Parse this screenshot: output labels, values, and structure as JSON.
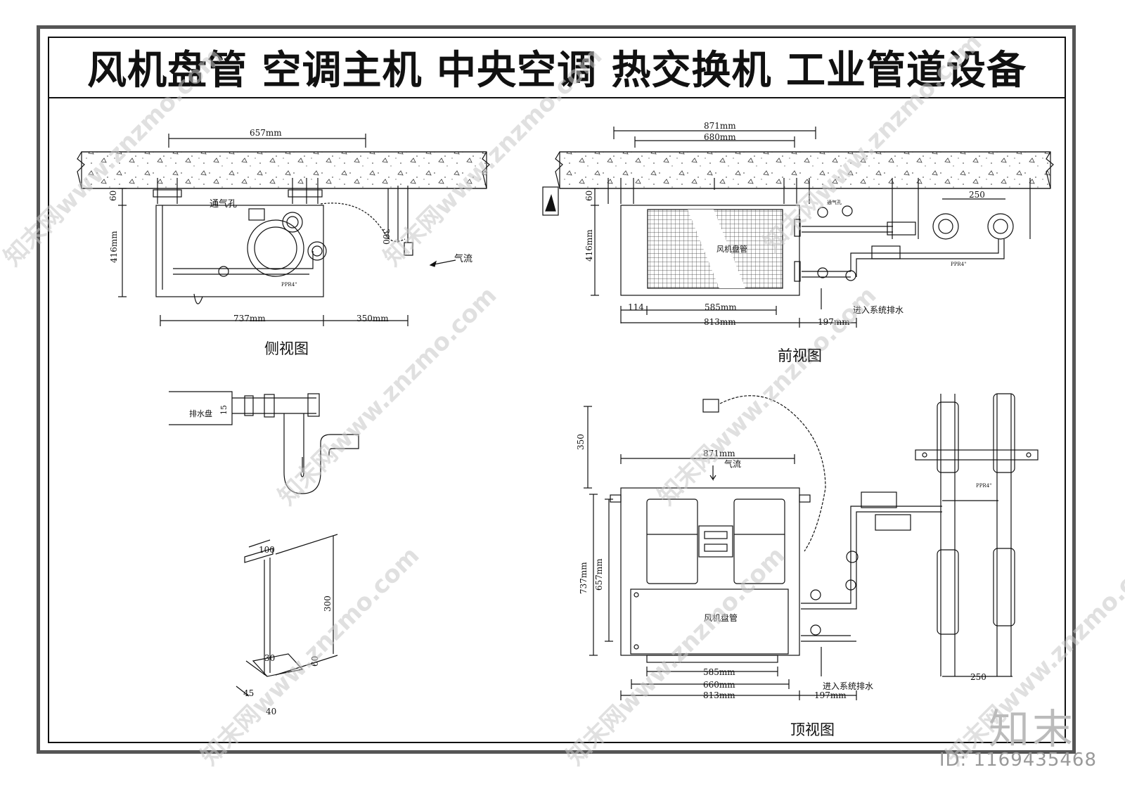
{
  "title": "风机盘管  空调主机  中央空调  热交换机  工业管道设备",
  "captions": {
    "side": "侧视图",
    "front": "前视图",
    "top": "顶视图"
  },
  "side_view": {
    "dim_top": "657mm",
    "dim_60": "60",
    "dim_416": "416mm",
    "dim_300": "300",
    "dim_bottom_left": "737mm",
    "dim_bottom_right": "350mm",
    "vent_label": "通气孔",
    "airflow_label": "气流",
    "pipe_label": "PPR4\""
  },
  "front_view": {
    "dim_871": "871mm",
    "dim_680": "680mm",
    "dim_60": "60",
    "dim_416": "416mm",
    "dim_250": "250",
    "dim_114": "114",
    "dim_585": "585mm",
    "dim_813": "813mm",
    "dim_197": "197mm",
    "unit_label": "风机盘管",
    "drain_label": "进入系统排水",
    "pipe_label": "PPR4\"",
    "vent_label": "通气孔"
  },
  "drain_detail": {
    "label": "排水盘",
    "dim": "15"
  },
  "bracket": {
    "dim_100": "100",
    "dim_300": "300",
    "dim_60": "60",
    "dim_30": "30",
    "dim_45": "45",
    "dim_40": "40"
  },
  "top_view": {
    "dim_350": "350",
    "dim_871": "871mm",
    "airflow_label": "气流",
    "dim_737": "737mm",
    "dim_657": "657mm",
    "unit_label": "风机盘管",
    "dim_585": "585mm",
    "dim_660": "660mm",
    "dim_813": "813mm",
    "dim_197": "197mm",
    "drain_label": "进入系统排水",
    "dim_250": "250",
    "pipe_label": "PPR4\""
  },
  "watermark": "知末网www.znzmo.com",
  "logo": "知末",
  "id_text": "ID: 1169435468"
}
